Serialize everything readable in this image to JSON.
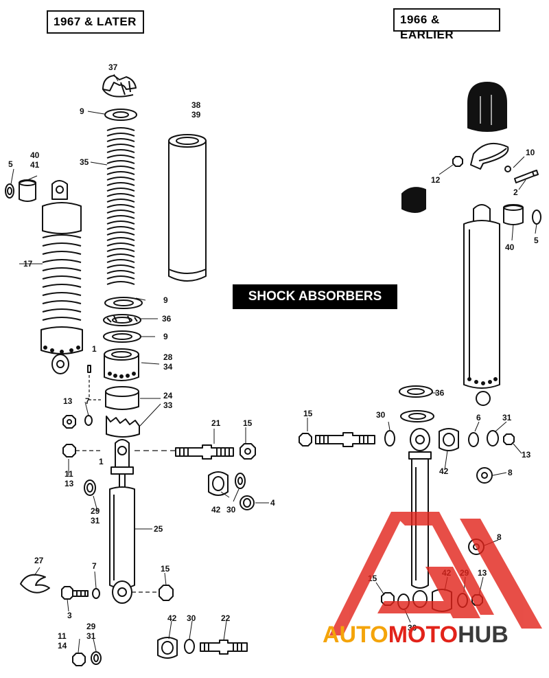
{
  "headers": {
    "left": "1967 & LATER",
    "right": "1966 & EARLIER"
  },
  "banner": "SHOCK ABSORBERS",
  "watermark": {
    "part1": "AUTO",
    "part2": "MOTO",
    "part3": "HUB"
  },
  "colors": {
    "ink": "#111111",
    "wm_red": "#e2231a",
    "wm_orange": "#f4a40a",
    "wm_gray": "#3a3a3a"
  },
  "labels": {
    "l37": "37",
    "l9a": "9",
    "l38": "38",
    "l39": "39",
    "l35": "35",
    "l40a": "40",
    "l41a": "41",
    "l5a": "5",
    "l17": "17",
    "l9b": "9",
    "l36a": "36",
    "l9c": "9",
    "l1a": "1",
    "l28": "28",
    "l34": "34",
    "l24": "24",
    "l33": "33",
    "l13a": "13",
    "l7a": "7",
    "l21": "21",
    "l15a": "15",
    "l1b": "1",
    "l11a": "11",
    "l13b": "13",
    "l29a": "29",
    "l31a": "31",
    "l42a": "42",
    "l30a": "30",
    "l4": "4",
    "l25": "25",
    "l27": "27",
    "l7b": "7",
    "l15b": "15",
    "l3": "3",
    "l11b": "11",
    "l14": "14",
    "l29b": "29",
    "l31b": "31",
    "l42b": "42",
    "l30b": "30",
    "l22": "22",
    "l10": "10",
    "l12": "12",
    "l2": "2",
    "l40b": "40",
    "l5b": "5",
    "l36b": "36",
    "l15c": "15",
    "l30c": "30",
    "l6": "6",
    "l31c": "31",
    "l13c": "13",
    "l42c": "42",
    "l8a": "8",
    "l8b": "8",
    "l15d": "15",
    "l42d": "42",
    "l29c": "29",
    "l13d": "13",
    "l30d": "30"
  }
}
